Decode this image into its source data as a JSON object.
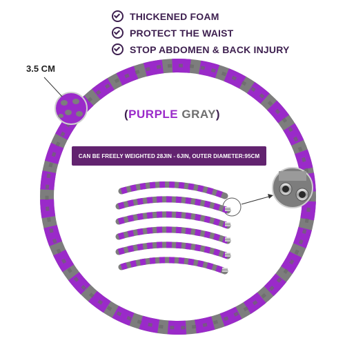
{
  "features": [
    {
      "icon": "check-circle-icon",
      "label": "THICKENED FOAM"
    },
    {
      "icon": "check-circle-icon",
      "label": "PROTECT THE WAIST"
    },
    {
      "icon": "check-circle-icon",
      "label": "STOP ABDOMEN & BACK INJURY"
    }
  ],
  "size_label": "3.5 CM",
  "color_title": {
    "open": "(",
    "purple": "PURPLE",
    "gray": " GRAY",
    "close": ")"
  },
  "spec_banner": "CAN BE FREELY WEIGHTED 28JIN - 6JIN, OUTER DIAMETER:95CM",
  "colors": {
    "purple": "#9a2ac9",
    "gray": "#7d7d7d",
    "dark": "#3d1f4f",
    "banner": "#62236f"
  }
}
